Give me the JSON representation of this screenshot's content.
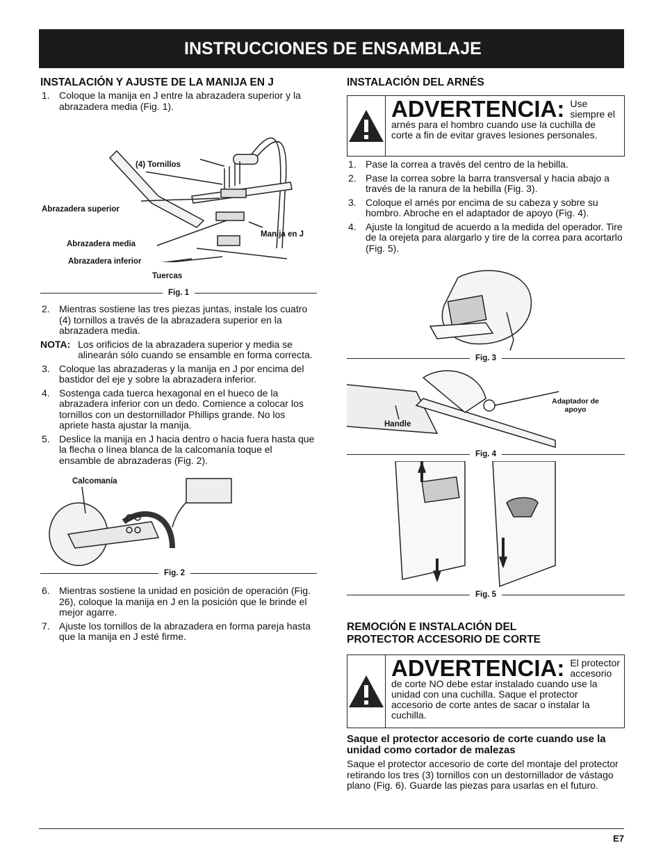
{
  "header": {
    "title": "INSTRUCCIONES DE ENSAMBLAJE"
  },
  "left": {
    "heading": "INSTALACIÓN Y AJUSTE DE LA MANIJA EN J",
    "step1": {
      "num": "1.",
      "text": "Coloque la manija en J entre la abrazadera superior y la abrazadera media (Fig. 1)."
    },
    "fig1": {
      "caption": "Fig. 1",
      "labels": {
        "tornillos": "(4) Tornillos",
        "superior": "Abrazadera superior",
        "manija": "Manija en J",
        "media": "Abrazadera media",
        "inferior": "Abrazadera inferior",
        "tuercas": "Tuercas"
      }
    },
    "step2": {
      "num": "2.",
      "text": "Mientras sostiene las tres piezas juntas, instale los cuatro (4) tornillos a través de la abrazadera superior en la abrazadera media."
    },
    "nota": {
      "label": "NOTA:",
      "text": "Los orificios de la abrazadera superior y media se alinearán sólo cuando se ensamble en forma correcta."
    },
    "step3": {
      "num": "3.",
      "text": "Coloque las abrazaderas y la manija en J por encima del bastidor del eje y sobre la abrazadera inferior."
    },
    "step4": {
      "num": "4.",
      "text": "Sostenga cada tuerca hexagonal en el hueco de la abrazadera inferior con un dedo. Comience a colocar los tornillos con un destornillador Phillips grande. No los apriete hasta ajustar la manija."
    },
    "step5": {
      "num": "5.",
      "text": "Deslice la manija en J hacia dentro o hacia fuera hasta que la flecha o línea blanca de la calcomanía toque el ensamble de abrazaderas (Fig. 2)."
    },
    "fig2": {
      "caption": "Fig. 2",
      "label": "Calcomanía"
    },
    "step6": {
      "num": "6.",
      "text": "Mientras sostiene la unidad en posición de operación (Fig. 26), coloque la manija en J en la posición que le brinde el mejor agarre."
    },
    "step7": {
      "num": "7.",
      "text": "Ajuste los tornillos de la abrazadera en forma pareja hasta que la manija en J esté firme."
    }
  },
  "right": {
    "heading": "INSTALACIÓN DEL ARNÉS",
    "warning1": {
      "title": "ADVERTENCIA:",
      "text": "Use siempre el arnés para el hombro cuando use la cuchilla de corte a fin de evitar graves lesiones personales."
    },
    "steps": [
      {
        "num": "1.",
        "text": "Pase la correa a través del centro de la hebilla."
      },
      {
        "num": "2.",
        "text": "Pase la correa sobre la barra transversal y hacia abajo a través de la ranura de la hebilla (Fig. 3)."
      },
      {
        "num": "3.",
        "text": "Coloque el arnés por encima de su cabeza y sobre su hombro. Abroche en el adaptador de apoyo (Fig. 4)."
      },
      {
        "num": "4.",
        "text": "Ajuste la longitud de acuerdo a la medida del operador. Tire de la orejeta para alargarlo y tire de la correa para acortarlo (Fig. 5)."
      }
    ],
    "fig3": {
      "caption": "Fig. 3"
    },
    "fig4": {
      "caption": "Fig. 4",
      "adaptador": "Adaptador de apoyo",
      "handle": "Handle"
    },
    "fig5": {
      "caption": "Fig. 5"
    },
    "heading2": "REMOCIÓN E INSTALACIÓN DEL PROTECTOR ACCESORIO DE CORTE",
    "warning2": {
      "title": "ADVERTENCIA:",
      "text": "El protector accesorio de corte NO debe estar instalado cuando use la unidad con una cuchilla. Saque el protector accesorio de corte antes de sacar o instalar la cuchilla."
    },
    "subheading": "Saque el protector accesorio de corte cuando use la unidad como cortador de malezas",
    "paragraph": "Saque el protector accesorio de corte del montaje del protector retirando los tres (3) tornillos con un destornillador de vástago plano (Fig. 6). Guarde las piezas para usarlas en el futuro."
  },
  "footer": {
    "page": "E7"
  }
}
